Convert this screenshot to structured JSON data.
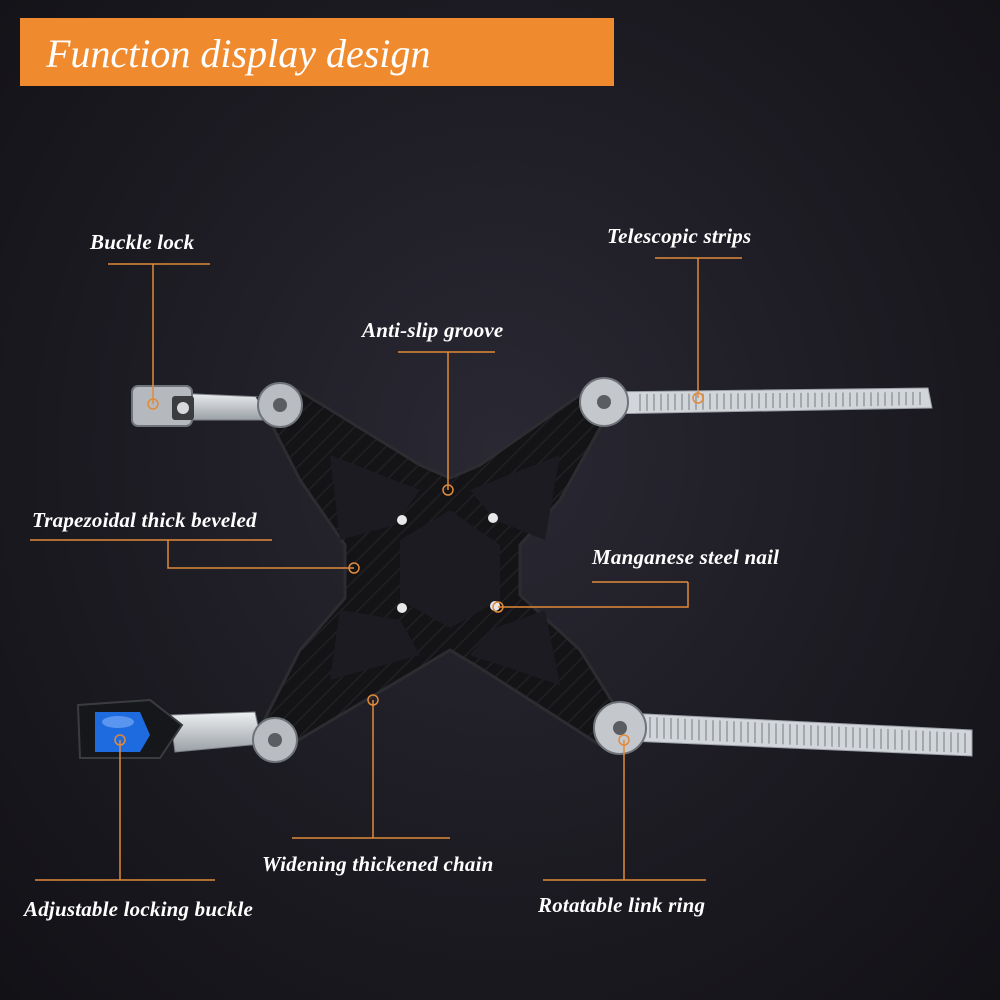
{
  "header": {
    "title": "Function display design"
  },
  "labels": {
    "buckle_lock": "Buckle lock",
    "telescopic_strips": "Telescopic strips",
    "anti_slip_groove": "Anti-slip groove",
    "trapezoidal_thick_beveled": "Trapezoidal thick beveled",
    "manganese_steel_nail": "Manganese steel nail",
    "widening_thickened_chain": "Widening thickened chain",
    "adjustable_locking_buckle": "Adjustable locking buckle",
    "rotatable_link_ring": "Rotatable link ring"
  },
  "colors": {
    "accent": "#f08a2e",
    "background": "#1c1b22",
    "frame": "#111114",
    "metal": "#c9ccd1",
    "strip": "#d4d7db",
    "buckle_blue": "#1e6be0",
    "leader_line": "#e08a3a"
  }
}
